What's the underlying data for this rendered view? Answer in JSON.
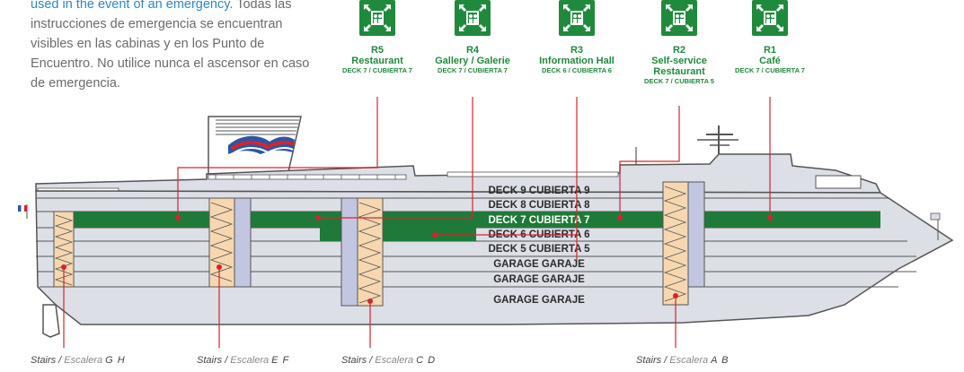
{
  "intro": {
    "highlight": "used in the event of an emergency.",
    "text": " Todas las instrucciones de emergencia se encuentran visibles en las cabinas y en los Punto de Encuentro. No utilice nunca el ascensor en caso de emergencia."
  },
  "assembly_points": [
    {
      "code": "R5",
      "name": "Restaurant",
      "name2": "",
      "deck": "DECK 7 / CUBIERTA 7"
    },
    {
      "code": "R4",
      "name": "Gallery / Galerie",
      "name2": "",
      "deck": "DECK 7 / CUBIERTA 7"
    },
    {
      "code": "R3",
      "name": "Information Hall",
      "name2": "",
      "deck": "DECK 6 / CUBIERTA 6"
    },
    {
      "code": "R2",
      "name": "Self-service",
      "name2": "Restaurant",
      "deck": "DECK 7 / CUBIERTA 5"
    },
    {
      "code": "R1",
      "name": "Café",
      "name2": "",
      "deck": "DECK 7 / CUBIERTA 7"
    }
  ],
  "decks": [
    {
      "label": "DECK 9   CUBIERTA 9"
    },
    {
      "label": "DECK 8   CUBIERTA 8"
    },
    {
      "label": "DECK 7   CUBIERTA 7"
    },
    {
      "label": "DECK 6   CUBIERTA 6"
    },
    {
      "label": "DECK 5   CUBIERTA 5"
    },
    {
      "label": "GARAGE   GARAJE"
    },
    {
      "label": "GARAGE   GARAJE"
    },
    {
      "label": "GARAGE   GARAJE"
    }
  ],
  "stairs": [
    {
      "en": "Stairs",
      "sep": " / ",
      "es": "Escalera",
      "letters": "G  H"
    },
    {
      "en": "Stairs",
      "sep": " / ",
      "es": "Escalera",
      "letters": "E  F"
    },
    {
      "en": "Stairs",
      "sep": " / ",
      "es": "Escalera",
      "letters": "C  D"
    },
    {
      "en": "Stairs",
      "sep": " / ",
      "es": "Escalera",
      "letters": "A  B"
    }
  ],
  "colors": {
    "green": "#1f7a3a",
    "hull": "#dcdfe6",
    "stair": "#f7d7b0",
    "lift": "#c3c6e0",
    "callout": "#d6242c"
  }
}
